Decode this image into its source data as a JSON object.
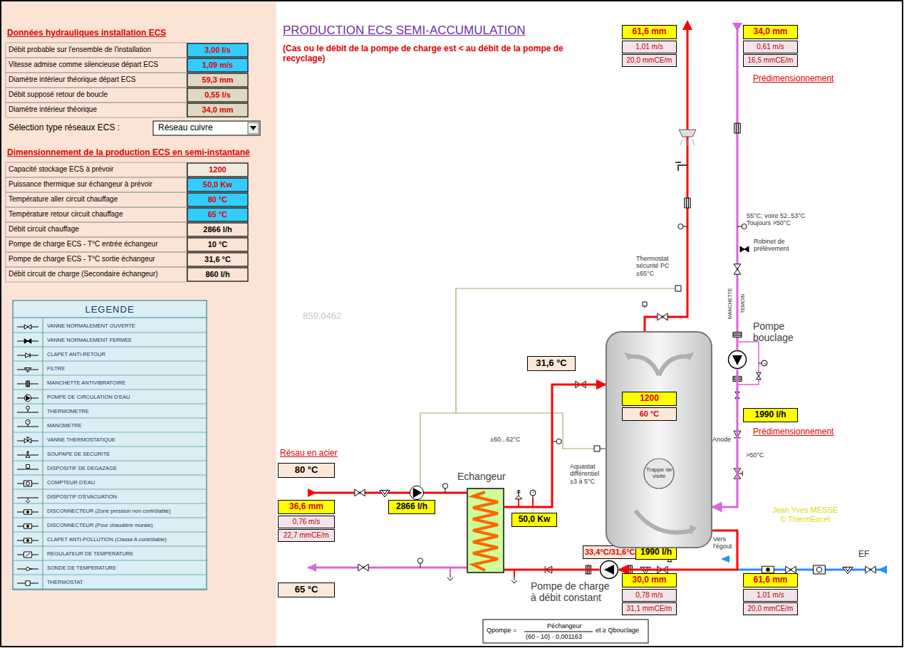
{
  "diagram": {
    "title": "PRODUCTION ECS SEMI-ACCUMULATION",
    "nodes": [
      {
        "text": [
          "1200",
          "60 °C"
        ]
      },
      {
        "text": [
          "Trappe de visite"
        ],
        "in": 0
      },
      {
        "text": [
          "Pompe bouclage"
        ]
      },
      {
        "text": [
          "Echangeur"
        ]
      },
      {
        "text": [
          "Pompe de charge à débit constant"
        ]
      }
    ],
    "edges": [
      {
        "from": 3,
        "to": 0,
        "arrow": "to"
      },
      {
        "from": 0,
        "to": 4,
        "arrow": "to"
      },
      {
        "from": 4,
        "to": 3,
        "arrow": "none"
      },
      {
        "from": 2,
        "to": 0,
        "arrow": "to"
      }
    ],
    "labels": [
      "(Cas ou le débit de la pompe de charge est < au débit de la pompe de recyclage)",
      "Données hydrauliques installation ECS",
      "Débit probable sur l'ensemble de l'installation",
      "3,00 l/s",
      "Vitesse admise comme silencieuse départ ECS",
      "1,09 m/s",
      "Diamètre intérieur théorique départ ECS",
      "59,3 mm",
      "Débit supposé retour de boucle",
      "0,55 l/s",
      "Diamètre intérieur théorique",
      "34,0 mm",
      "Sélection type réseaux ECS :",
      "Réseau cuivre",
      "Dimensionnement de la production ECS en semi-instantané",
      "Capacité stockage ECS à prévoir",
      "1200",
      "Puissance thermique sur échangeur à prévoir",
      "50,0 Kw",
      "Température aller circuit chauffage",
      "80 °C",
      "Température retour circuit chauffage",
      "65 °C",
      "Débit circuit chauffage",
      "2866 l/h",
      "Pompe de charge ECS - T°C entrée échangeur",
      "10 °C",
      "Pompe de charge ECS - T°C sortie échangeur",
      "31,6 °C",
      "Débit circuit de charge (Secondaire échangeur)",
      "860 l/h",
      "LEGENDE",
      "61,6 mm",
      "1,01 m/s",
      "20,0 mmCE/m",
      "34,0 mm",
      "0,61 m/s",
      "16,5 mmCE/m",
      "Prédimensionnement",
      "55°C; voire 52..53°C Toujours >50°C",
      "Robinet de prélèvement",
      "Thermostat sécurité PC ±65°C",
      "MANCHETTE",
      "TEMOIN",
      "1990 l/h",
      "Prédimensionnement",
      ">50°C",
      "859,0462",
      "31,6 °C",
      "Anode",
      "±60...62°C",
      "Aquastat différentiel ±3 à 5°C",
      "Résau en acier",
      "80 °C",
      "36,6 mm",
      "0,76 m/s",
      "22,7 mmCE/m",
      "2866 l/h",
      "50,0 Kw",
      "Jean Yves MESSE © ThermExcel",
      "Vers l'égout",
      "33,4°C/31,6°C",
      "1990 l/h",
      "EF",
      "65 °C",
      "30,0 mm",
      "0,78 m/s",
      "31,1 mmCE/m",
      "61,6 mm",
      "1,01 m/s",
      "20,0 mmCE/m",
      "Qpompe =",
      "Péchangeur",
      "(60 - 10) · 0,001163",
      "et ≥ Qbouclage"
    ],
    "legend": [
      {
        "text": "VANNE NORMALEMENT OUVERTE"
      },
      {
        "text": "VANNE NORMALEMENT FERMEE"
      },
      {
        "text": "CLAPET ANTI-RETOUR"
      },
      {
        "text": "FILTRE"
      },
      {
        "text": "MANCHETTE ANTIVIBRATOIRE"
      },
      {
        "text": "POMPE DE CIRCULATION D'EAU"
      },
      {
        "text": "THERMOMETRE"
      },
      {
        "text": "MANOMETRE"
      },
      {
        "text": "VANNE THERMOSTATIQUE"
      },
      {
        "text": "SOUPAPE DE SECURITE"
      },
      {
        "text": "DISPOSITIF DE DEGAZAGE"
      },
      {
        "text": "COMPTEUR D'EAU"
      },
      {
        "text": "DISPOSITIF D'EVACUATION"
      },
      {
        "text": "DISCONNECTEUR (Zone pression non contrôlable)"
      },
      {
        "text": "DISCONNECTEUR (Pour chaudière murale)"
      },
      {
        "text": "CLAPET ANTI-POLLUTION (Classe A contrôlable)"
      },
      {
        "text": "REGULATEUR DE TEMPERATURE"
      },
      {
        "text": "SONDE DE TEMPERATURE"
      },
      {
        "text": "THERMOSTAT"
      }
    ]
  }
}
